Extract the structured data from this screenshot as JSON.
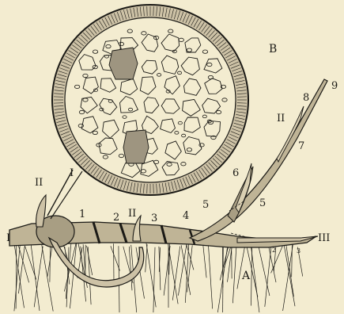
{
  "figure": {
    "panel_labels": {
      "A": "A",
      "B": "B"
    },
    "axis_labels": {
      "I_left": "I",
      "I_top": "I",
      "II_left": "II",
      "II_mid": "II",
      "II_right": "II",
      "III": "III"
    },
    "node_numbers": {
      "n1": "1",
      "n2": "2",
      "n3": "3",
      "n4": "4",
      "n5a": "5",
      "n5b": "5",
      "n6": "6",
      "n7": "7",
      "n8": "8",
      "n9": "9",
      "s2": "2",
      "s3": "3"
    }
  },
  "colors": {
    "background": "#f3ecd0",
    "ink": "#1b1a16",
    "cortex_fill": "#cdc2a6"
  }
}
